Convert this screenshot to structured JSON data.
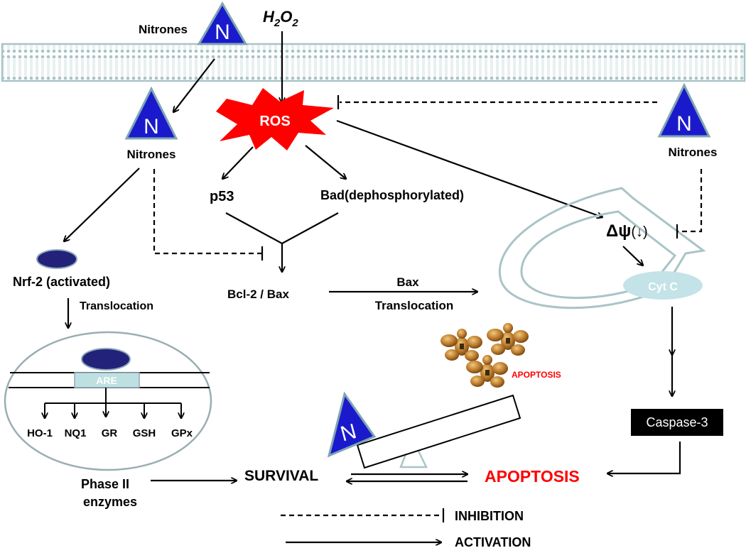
{
  "stimulus": {
    "pre": "H",
    "sub1": "2",
    "mid": "O",
    "sub2": "2"
  },
  "nitrone_letter": "N",
  "nitrones_label": "Nitrones",
  "ros": "ROS",
  "p53": "p53",
  "bad": "Bad(dephosphorylated)",
  "bcl2_bax": "Bcl-2 / Bax",
  "bax": "Bax",
  "translocation": "Translocation",
  "nrf2": "Nrf-2 (activated)",
  "are": "ARE",
  "enzymes": [
    "HO-1",
    "NQ1",
    "GR",
    "GSH",
    "GPx"
  ],
  "phase2": {
    "line1": "Phase II",
    "line2": "enzymes"
  },
  "delta_psi": "Δψ",
  "delta_psi_arrow": "(↓)",
  "cytc": "Cyt C",
  "caspase": "Caspase-3",
  "survival": "SURVIVAL",
  "apoptosis": "APOPTOSIS",
  "apoptosis_small": "APOPTOSIS",
  "legend": {
    "inhibition": "INHIBITION",
    "activation": "ACTIVATION"
  },
  "colors": {
    "nitrone": "#1a1acc",
    "ros": "#ff0000",
    "apoptosis": "#ff0000",
    "membrane": "#a9c4c6",
    "are_fill": "#bfe0e1",
    "cytc_fill": "#c4e3e8",
    "nrf2_fill": "#22227a",
    "caspase_fill": "#000000",
    "molecule": "#b8772a"
  }
}
